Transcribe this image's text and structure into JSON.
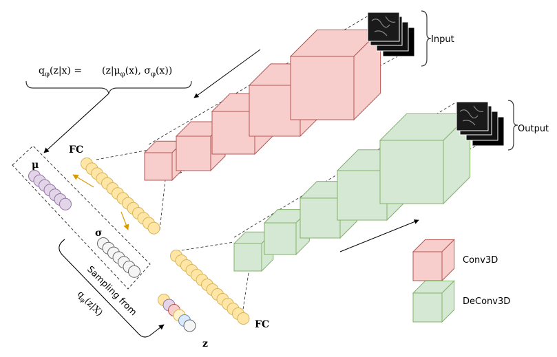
{
  "formula": {
    "lhs": "q",
    "lhs_sub": "φ",
    "lhs_args": "(z|x) =",
    "rhs_open": "(z|μ",
    "rhs_mu_sub": "φ",
    "rhs_mid": "(x), σ",
    "rhs_sigma_sub": "φ",
    "rhs_close": "(x))"
  },
  "labels": {
    "input": "Input",
    "output": "Output",
    "fc_top": "FC",
    "fc_bottom": "FC",
    "mu": "μ",
    "sigma": "σ",
    "z": "z",
    "sampling": "Sampling from",
    "sampling_q": "q",
    "sampling_sub": "φ",
    "sampling_args": "(z|X)"
  },
  "legend": [
    {
      "label": "Conv3D",
      "color": "#f8cecc",
      "stroke": "#b85450"
    },
    {
      "label": "DeConv3D",
      "color": "#d5e8d4",
      "stroke": "#82b366"
    }
  ],
  "colors": {
    "fc_node": "#ffe6a6",
    "fc_stroke": "#d6b656",
    "mu_node": "#e1d5e7",
    "mu_stroke": "#9673a6",
    "sigma_node": "#f5f5f5",
    "sigma_stroke": "#666666",
    "arrow_orange": "#d79b00"
  }
}
